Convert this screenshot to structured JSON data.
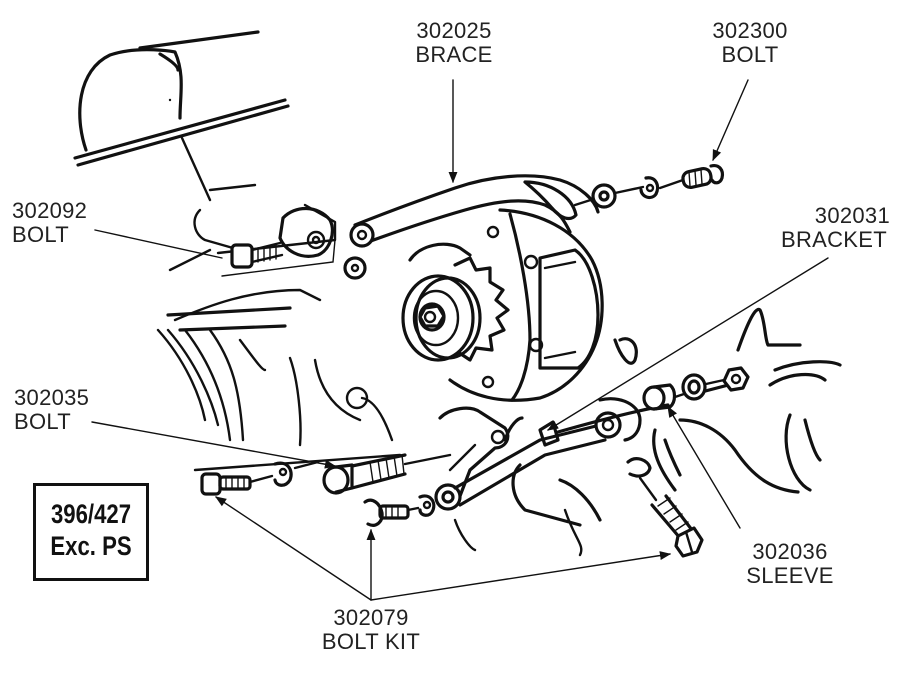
{
  "title": "Alternator mounting hardware exploded view",
  "callouts": [
    {
      "id": "brace",
      "part_number": "302025",
      "name": "BRACE"
    },
    {
      "id": "upper-bolt",
      "part_number": "302300",
      "name": "BOLT"
    },
    {
      "id": "pivot-bolt",
      "part_number": "302092",
      "name": "BOLT"
    },
    {
      "id": "bracket",
      "part_number": "302031",
      "name": "BRACKET"
    },
    {
      "id": "lower-bolt",
      "part_number": "302035",
      "name": "BOLT"
    },
    {
      "id": "sleeve",
      "part_number": "302036",
      "name": "SLEEVE"
    },
    {
      "id": "bolt-kit",
      "part_number": "302079",
      "name": "BOLT KIT"
    }
  ],
  "application_note": {
    "line1": "396/427",
    "line2": "Exc. PS"
  }
}
